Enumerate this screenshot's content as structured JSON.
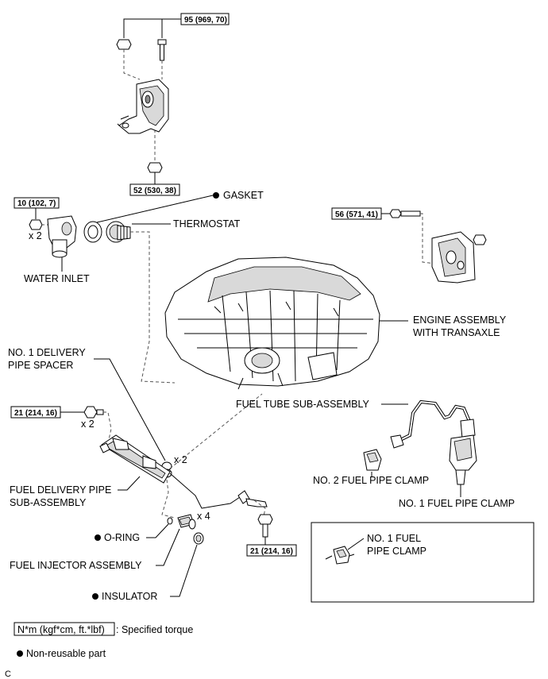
{
  "torques": {
    "mount_top": "95 (969, 70)",
    "mount_bottom": "52 (530, 38)",
    "water_inlet": "10 (102, 7)",
    "rh_mount": "56 (571, 41)",
    "delivery_pipe": "21 (214, 16)",
    "fuel_tube": "21 (214, 16)"
  },
  "parts": {
    "gasket": "GASKET",
    "thermostat": "THERMOSTAT",
    "water_inlet": "WATER INLET",
    "engine_line1": "ENGINE ASSEMBLY",
    "engine_line2": "WITH TRANSAXLE",
    "spacer_line1": "NO. 1 DELIVERY",
    "spacer_line2": "PIPE SPACER",
    "fuel_tube": "FUEL TUBE SUB-ASSEMBLY",
    "no2_clamp": "NO. 2 FUEL PIPE CLAMP",
    "no1_clamp": "NO. 1 FUEL PIPE CLAMP",
    "delivery_line1": "FUEL DELIVERY PIPE",
    "delivery_line2": "SUB-ASSEMBLY",
    "o_ring": "O-RING",
    "injector": "FUEL INJECTOR ASSEMBLY",
    "insulator": "INSULATOR",
    "inset_line1": "NO. 1 FUEL",
    "inset_line2": "PIPE CLAMP"
  },
  "quantities": {
    "water_inlet_bolts": "x 2",
    "delivery_bolts": "x 2",
    "spacers": "x 2",
    "injectors": "x 4"
  },
  "legend": {
    "torque_unit": "N*m (kgf*cm, ft.*lbf)",
    "torque_text": ": Specified torque",
    "nonreusable_text": "Non-reusable part"
  },
  "corner_code": "C"
}
